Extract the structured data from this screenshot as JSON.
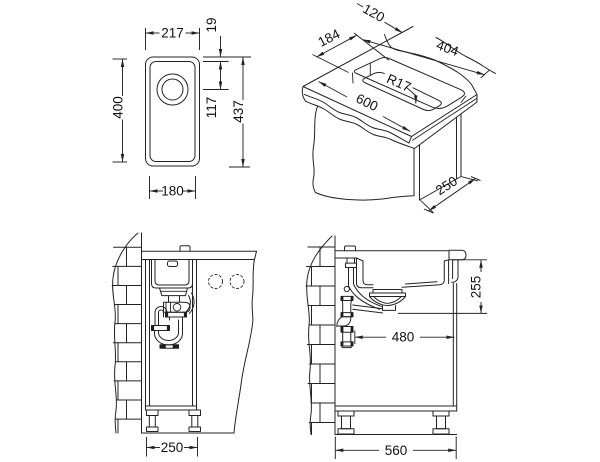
{
  "drawing": {
    "title": "sink technical drawing",
    "background": "#ffffff",
    "line_color": "#232323"
  },
  "views": {
    "top": {
      "name": "sink-top-view",
      "dims": {
        "outer_width": "217",
        "rim_offset": "19",
        "bowl_length": "400",
        "drain_offset": "117",
        "outer_length": "437",
        "bottom_width": "180"
      }
    },
    "iso": {
      "name": "countertop-cutout-isometric-view",
      "dims": {
        "edge_to_cutout": "120",
        "cutout_length": "404",
        "cutout_width": "184",
        "corner_radius": "R17",
        "counter_depth": "600",
        "panel_depth": "250"
      }
    },
    "side": {
      "name": "cabinet-side-section-view",
      "dims": {
        "cabinet_width": "250"
      }
    },
    "front": {
      "name": "cabinet-front-section-view",
      "dims": {
        "depth_below_counter": "255",
        "clear_width": "480",
        "cabinet_width": "560"
      }
    }
  }
}
